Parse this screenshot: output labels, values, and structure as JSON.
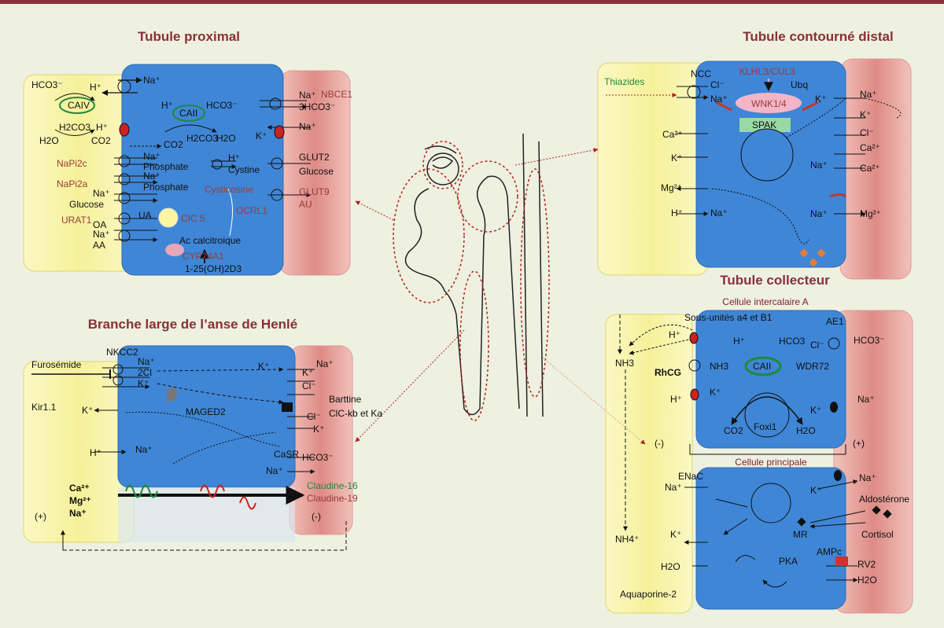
{
  "panels": {
    "proximal": {
      "title": "Tubule proximal",
      "labels": [
        "HCO3⁻",
        "H⁺",
        "Na⁺",
        "H⁺",
        "HCO3⁻",
        "CAIV",
        "CAII",
        "H2CO3",
        "H⁺",
        "H2O",
        "CO2",
        "CO2",
        "H2CO3",
        "H2O",
        "Na⁺",
        "Phosphate",
        "Na⁺",
        "Phosphate",
        "H⁺",
        "Cystine",
        "Na⁺",
        "Glucose",
        "UA",
        "OA",
        "Na⁺",
        "AA",
        "Ac calcitroique",
        "1-25(OH)2D3",
        "Na⁺",
        "3HCO3⁻",
        "K⁺",
        "Na⁺",
        "GLUT2",
        "Glucose"
      ],
      "red_labels": [
        "NaPi2c",
        "NaPi2a",
        "URAT1",
        "Cystinosine",
        "OCRL1",
        "CYP24A1",
        "NBCE1",
        "GLUT9",
        "AU",
        "CIC 5"
      ]
    },
    "distal": {
      "title": "Tubule contourné distal",
      "labels": [
        "NCC",
        "Cl⁻",
        "Na⁺",
        "Ubq",
        "K⁺",
        "Na⁺",
        "K⁺",
        "Cl⁻",
        "Ca²⁺",
        "Na⁺",
        "Ca²⁺",
        "Ca²⁺",
        "K⁺",
        "Mg²⁺",
        "H⁺",
        "Na⁺",
        "Na⁺",
        "Mg²⁺",
        "SPAK"
      ],
      "red_labels": [
        "KLHL3/CUL3",
        "WNK1/4"
      ],
      "green_labels": [
        "Thiazides"
      ]
    },
    "henle": {
      "title": "Branche large de l’anse de Henlé",
      "labels": [
        "NKCC2",
        "Na⁺",
        "2Cl",
        "K⁺",
        "Furosémide",
        "Kir1.1",
        "K⁺",
        "MAGED2",
        "H⁺",
        "Na⁺",
        "K⁺",
        "K⁺",
        "Na⁺",
        "Cl⁻",
        "Cl⁻",
        "K⁺",
        "Barttine",
        "ClC-kb et Ka",
        "CaSR",
        "HCO3⁻",
        "Na⁺",
        "Ca²⁺",
        "Mg²⁺",
        "Na⁺",
        "(+)",
        "(-)"
      ],
      "green_labels": [
        "Claudine-16"
      ],
      "red_labels": [
        "Claudine-19"
      ]
    },
    "collecteur": {
      "title": "Tubule collecteur",
      "subtitle_a": "Cellule intercalaire A",
      "subtitle_p": "Cellule principale",
      "labels": [
        "Sous-unités a4 et B1",
        "AE1",
        "NH3",
        "H⁺",
        "H⁺",
        "HCO3",
        "Cl⁻",
        "HCO3⁻",
        "RhCG",
        "NH3",
        "CAII",
        "WDR72",
        "H⁺",
        "K⁺",
        "Na⁺",
        "K⁺",
        "CO2",
        "Foxi1",
        "H2O",
        "(-)",
        "(+)",
        "ENaC",
        "Na⁺",
        "K⁺",
        "Na⁺",
        "Aldostérone",
        "NH4⁺",
        "K⁺",
        "MR",
        "Cortisol",
        "AMPc",
        "PKA",
        "H2O",
        "RV2",
        "H2O",
        "Aquaporine-2"
      ]
    }
  },
  "colors": {
    "title": "#8a2f3a",
    "cell_blue": "#3f86d6",
    "lumen_yellow": "#f7f3a8",
    "blood_red": "#e0898a",
    "arrow_red": "#b22222",
    "green": "#1f8a3c"
  }
}
